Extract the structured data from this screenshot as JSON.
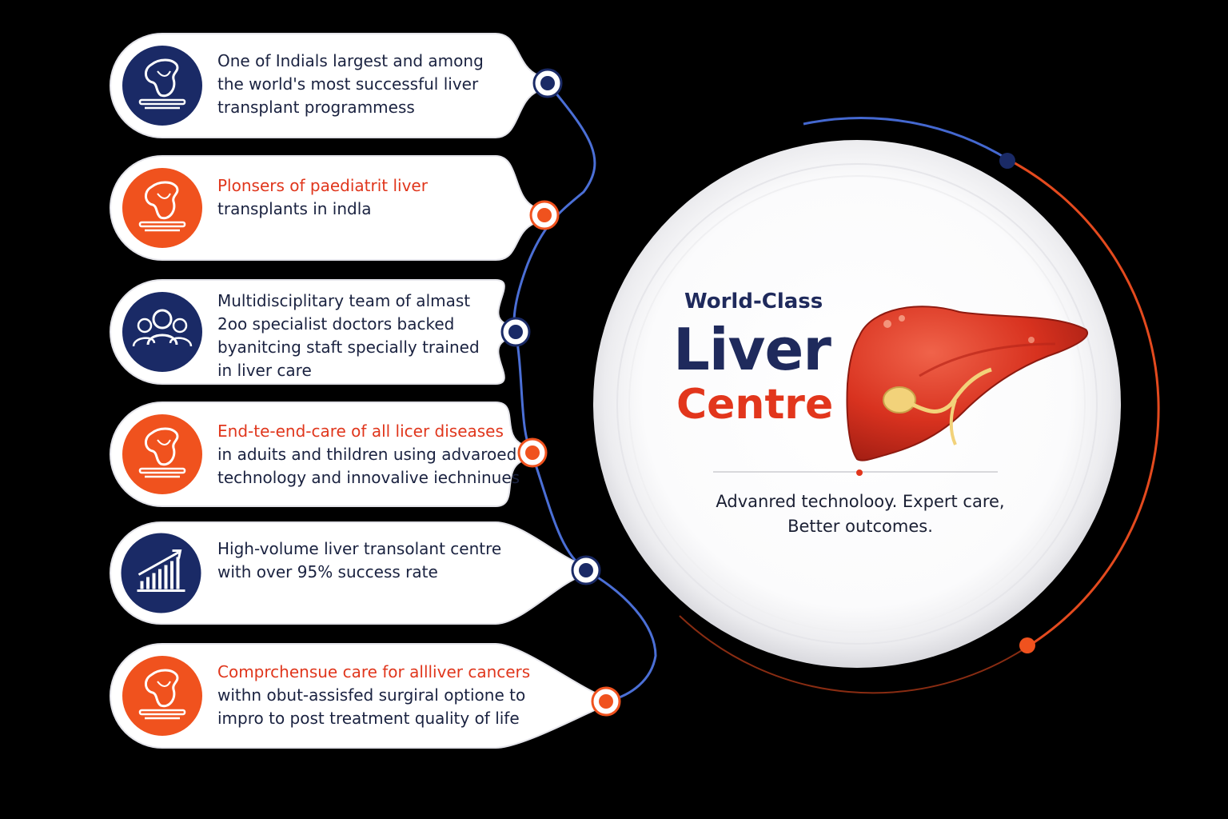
{
  "colors": {
    "background": "#000000",
    "navy": "#1a2a66",
    "orange": "#f0521e",
    "card": "#ffffff",
    "connector": "#4b6fd6"
  },
  "features": [
    {
      "icon": "liver-platter-icon",
      "theme": "navy",
      "highlight": "",
      "lines": [
        "One of Indials largest and among",
        "the world's most successful liver",
        "transplant programmess"
      ]
    },
    {
      "icon": "liver-platter-icon",
      "theme": "orange",
      "highlight": "Plonsers of paediatrit liver",
      "lines": [
        "transplants in indla"
      ]
    },
    {
      "icon": "doctors-team-icon",
      "theme": "navy",
      "highlight": "",
      "lines": [
        "Multidisciplitary team of almast",
        "2oo specialist doctors backed",
        "byanitcing staft specially trained",
        "in liver care"
      ]
    },
    {
      "icon": "liver-platter-icon",
      "theme": "orange",
      "highlight": "End-te-end-care of all licer diseases",
      "lines": [
        "in aduits and thildren using advaroed",
        "technology and innovalive iechninues"
      ]
    },
    {
      "icon": "growth-chart-icon",
      "theme": "navy",
      "highlight": "",
      "lines": [
        "High-volume liver transolant centre",
        "with over 95% success rate"
      ]
    },
    {
      "icon": "liver-platter-icon",
      "theme": "orange",
      "highlight": "Comprchensue care for allliver cancers",
      "lines": [
        "withn obut-assisfed surgiral optione to",
        "impro to post treatment quality of life"
      ]
    }
  ],
  "center": {
    "title_small": "World-Class",
    "title_big": "Liver",
    "title_orange": "Centre",
    "tagline_line1": "Advanred technolooy. Expert care,",
    "tagline_line2": "Better outcomes.",
    "illustration": "liver-illustration"
  }
}
